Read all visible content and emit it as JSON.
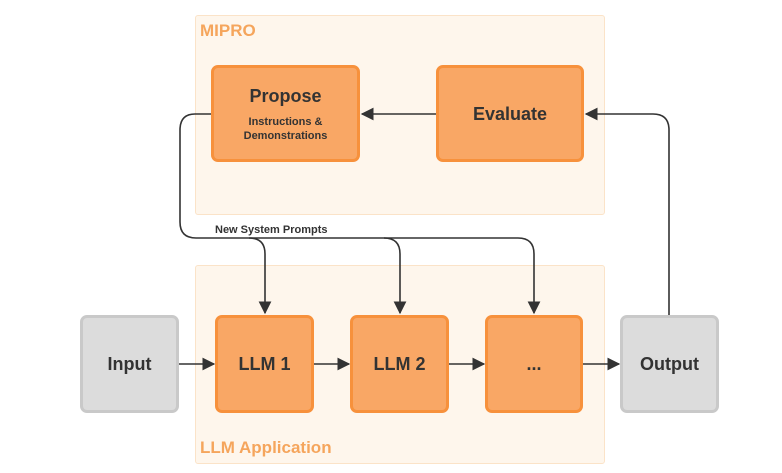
{
  "mipro": {
    "title": "MIPRO",
    "propose": {
      "label": "Propose",
      "sub": "Instructions &\nDemonstrations"
    },
    "evaluate": {
      "label": "Evaluate"
    }
  },
  "edge_label": "New System Prompts",
  "app": {
    "title": "LLM Application",
    "input": "Input",
    "llm1": "LLM 1",
    "llm2": "LLM 2",
    "ellipsis": "...",
    "output": "Output"
  },
  "colors": {
    "panel_bg": "#fef6ec",
    "panel_title": "#f5a55c",
    "node_fill": "#f9a765",
    "node_border": "#f7913c",
    "io_fill": "#dcdcdc",
    "arrow": "#333333"
  }
}
